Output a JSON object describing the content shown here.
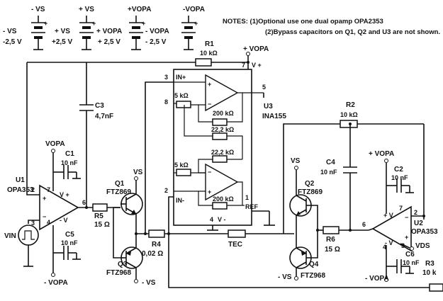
{
  "notes": {
    "line1": "NOTES: (1)Optional use one dual opamp OPA2353",
    "line2": "(2)Bypass capacitors on Q1, Q2 and U3 are not shown."
  },
  "supplies": [
    {
      "rail_top": "- VS",
      "rail_left": "- VS",
      "value": "-2,5 V"
    },
    {
      "rail_top": "+ VS",
      "rail_left": "+ VS",
      "value": "+2,5 V"
    },
    {
      "rail_top": "+VOPA",
      "rail_left": "+ VOPA",
      "value": "+ 2,5 V"
    },
    {
      "rail_top": "-VOPA",
      "rail_left": "- VOPA",
      "value": "- 2,5 V"
    }
  ],
  "components": {
    "R1": {
      "name": "R1",
      "value": "10 kΩ"
    },
    "R2": {
      "name": "R2",
      "value": "10 kΩ"
    },
    "R3": {
      "name": "R3",
      "value": "10 k"
    },
    "R4": {
      "name": "R4",
      "value": "0,02 Ω"
    },
    "R5": {
      "name": "R5",
      "value": "15 Ω"
    },
    "R6": {
      "name": "R6",
      "value": "15 Ω"
    },
    "C1": {
      "name": "C1",
      "value": "10 nF"
    },
    "C2": {
      "name": "C2",
      "value": "10 nF"
    },
    "C3": {
      "name": "C3",
      "value": "4,7nF"
    },
    "C4": {
      "name": "C4",
      "value": "10 nF"
    },
    "C5": {
      "name": "C5",
      "value": "10 nF"
    },
    "C6": {
      "name": "C6",
      "value": "10 nF"
    },
    "U1": {
      "name": "U1",
      "part": "OPA353"
    },
    "U2": {
      "name": "U2",
      "part": "OPA353"
    },
    "U3": {
      "name": "U3",
      "part": "INA155"
    },
    "Q1": {
      "name": "Q1",
      "part": "FTZ869"
    },
    "Q2": {
      "name": "Q2",
      "part": "FTZ869"
    },
    "Q3": {
      "name": "Q3",
      "part": "FTZ968"
    },
    "Q4": {
      "name": "Q4",
      "part": "FTZ968"
    }
  },
  "ina_internal": {
    "r_in_top": "5 kΩ",
    "r_in_bottom": "5 kΩ",
    "r_fb_top": "200 kΩ",
    "r_mid_1": "22,2 kΩ",
    "r_mid_2": "22,2 kΩ",
    "r_fb_bottom": "200 kΩ"
  },
  "pins": {
    "ina_in_plus": "IN+",
    "ina_in_minus": "IN-",
    "ina_ref": "REF",
    "ina_vplus": "V +",
    "ina_vminus": "V -",
    "ina_pin3": "3",
    "ina_pin8": "8",
    "ina_pin2": "2",
    "ina_pin7": "7",
    "ina_pin5": "5",
    "ina_pin4": "4",
    "ina_pin1": "1",
    "u1_vplus": "V +",
    "u1_vminus": "- V",
    "u1_pin7": "7",
    "u1_pin2": "2",
    "u1_pin3": "3",
    "u1_pin4": "4",
    "u1_pin6": "6",
    "u2_vplus": "+ V",
    "u2_vminus": "- V",
    "u2_pin7": "7",
    "u2_pin2": "2",
    "u2_pin3": "3",
    "u2_pin4": "4",
    "u2_pin6": "6"
  },
  "nets": {
    "vopa_pos": "VOPA",
    "vopa_pos_plus": "+ VOPA",
    "vopa_neg": "- VOPA",
    "vs": "VS",
    "vs_neg": "- VS",
    "vin": "VIN",
    "vds": "VDS",
    "tec": "TEC",
    "ina_vopa": "+ VOPA"
  }
}
